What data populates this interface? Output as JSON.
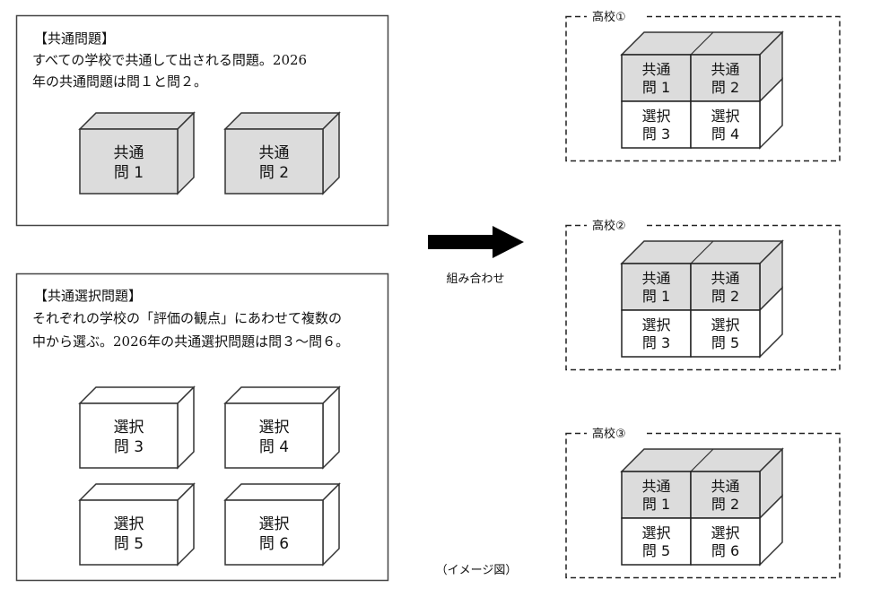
{
  "common_panel": {
    "heading": "【共通問題】",
    "lines": [
      "すべての学校で共通して出される問題。2026",
      "年の共通問題は問１と問２。"
    ],
    "boxes": [
      {
        "line1": "共通",
        "line2": "問 1",
        "kind": "common"
      },
      {
        "line1": "共通",
        "line2": "問 2",
        "kind": "common"
      }
    ]
  },
  "select_panel": {
    "heading": "【共通選択問題】",
    "lines": [
      "それぞれの学校の「評価の観点」にあわせて複数の",
      "中から選ぶ。2026年の共通選択問題は問３～問６。"
    ],
    "boxes": [
      {
        "line1": "選択",
        "line2": "問 3",
        "kind": "select"
      },
      {
        "line1": "選択",
        "line2": "問 4",
        "kind": "select"
      },
      {
        "line1": "選択",
        "line2": "問 5",
        "kind": "select"
      },
      {
        "line1": "選択",
        "line2": "問 6",
        "kind": "select"
      }
    ]
  },
  "arrow": {
    "label": "組み合わせ"
  },
  "caption": "（イメージ図）",
  "schools": [
    {
      "name": "高校①",
      "cells": [
        {
          "line1": "共通",
          "line2": "問 1",
          "kind": "common"
        },
        {
          "line1": "共通",
          "line2": "問 2",
          "kind": "common"
        },
        {
          "line1": "選択",
          "line2": "問 3",
          "kind": "select"
        },
        {
          "line1": "選択",
          "line2": "問 4",
          "kind": "select"
        }
      ]
    },
    {
      "name": "高校②",
      "cells": [
        {
          "line1": "共通",
          "line2": "問 1",
          "kind": "common"
        },
        {
          "line1": "共通",
          "line2": "問 2",
          "kind": "common"
        },
        {
          "line1": "選択",
          "line2": "問 3",
          "kind": "select"
        },
        {
          "line1": "選択",
          "line2": "問 5",
          "kind": "select"
        }
      ]
    },
    {
      "name": "高校③",
      "cells": [
        {
          "line1": "共通",
          "line2": "問 1",
          "kind": "common"
        },
        {
          "line1": "共通",
          "line2": "問 2",
          "kind": "common"
        },
        {
          "line1": "選択",
          "line2": "問 5",
          "kind": "select"
        },
        {
          "line1": "選択",
          "line2": "問 6",
          "kind": "select"
        }
      ]
    }
  ],
  "colors": {
    "common_fill": "#dcdcdc",
    "select_fill": "#ffffff",
    "stroke": "#333333"
  }
}
